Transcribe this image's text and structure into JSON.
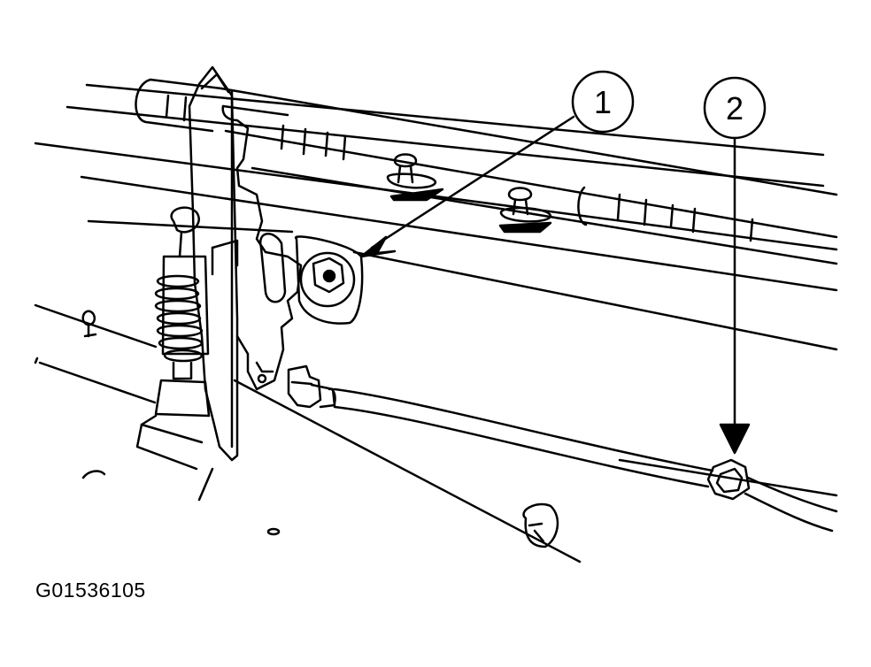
{
  "figure": {
    "id": "G01536105",
    "line_color": "#000000",
    "background": "#ffffff"
  },
  "callouts": [
    {
      "label": "1",
      "target": "latch-mounting-bolt"
    },
    {
      "label": "2",
      "target": "cable-retaining-nut"
    }
  ]
}
